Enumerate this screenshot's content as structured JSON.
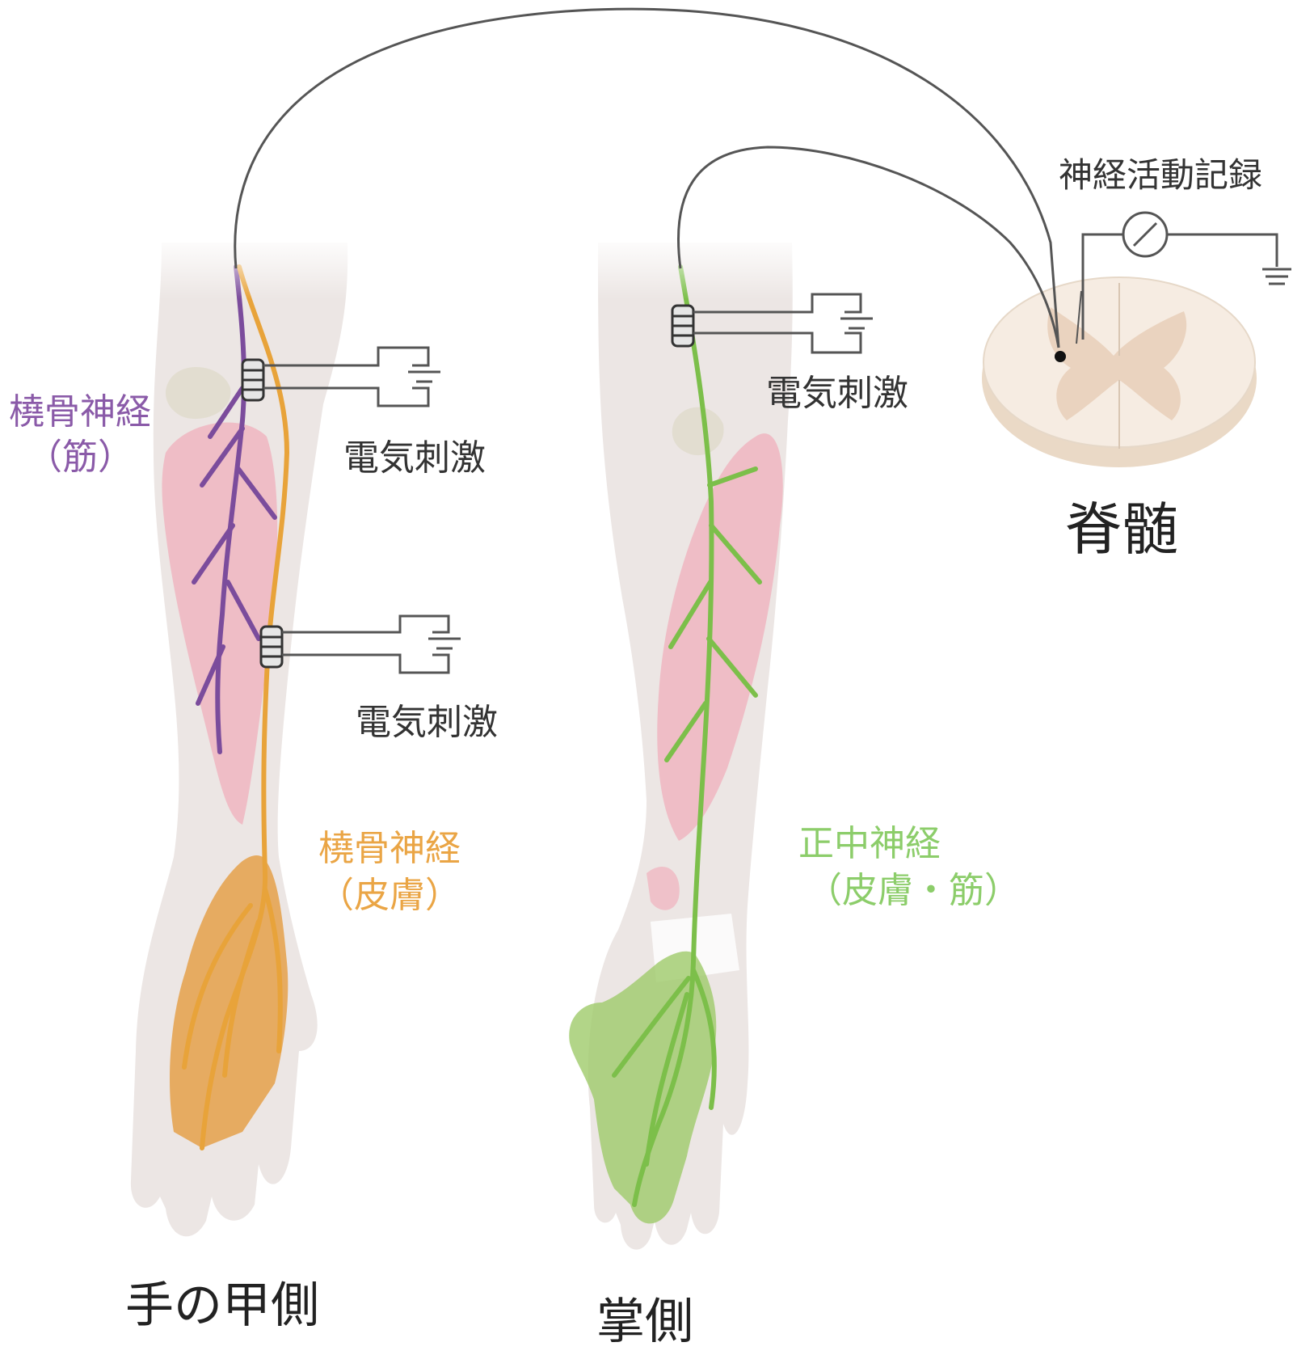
{
  "labels": {
    "radial_muscle": {
      "line1": "橈骨神経",
      "line2": "（筋）"
    },
    "radial_skin": {
      "line1": "橈骨神経",
      "line2": "（皮膚）"
    },
    "median": {
      "line1": "正中神経",
      "line2": "（皮膚・筋）"
    },
    "stimulation": "電気刺激",
    "recording": "神経活動記録",
    "spinal_cord": "脊髄",
    "back_of_hand": "手の甲側",
    "palm_side": "掌側"
  },
  "colors": {
    "radial_muscle_nerve": "#7b4c9c",
    "radial_skin_nerve": "#e8a33a",
    "median_nerve": "#7cbf4a",
    "muscle": "#f0b8c2",
    "skin": "#ece6e4",
    "wire": "#555555",
    "spinal_white": "#f6ece2",
    "spinal_gray": "#ead3bf"
  },
  "icons": [
    "electrode-icon",
    "stimulator-icon",
    "meter-icon",
    "ground-icon"
  ]
}
